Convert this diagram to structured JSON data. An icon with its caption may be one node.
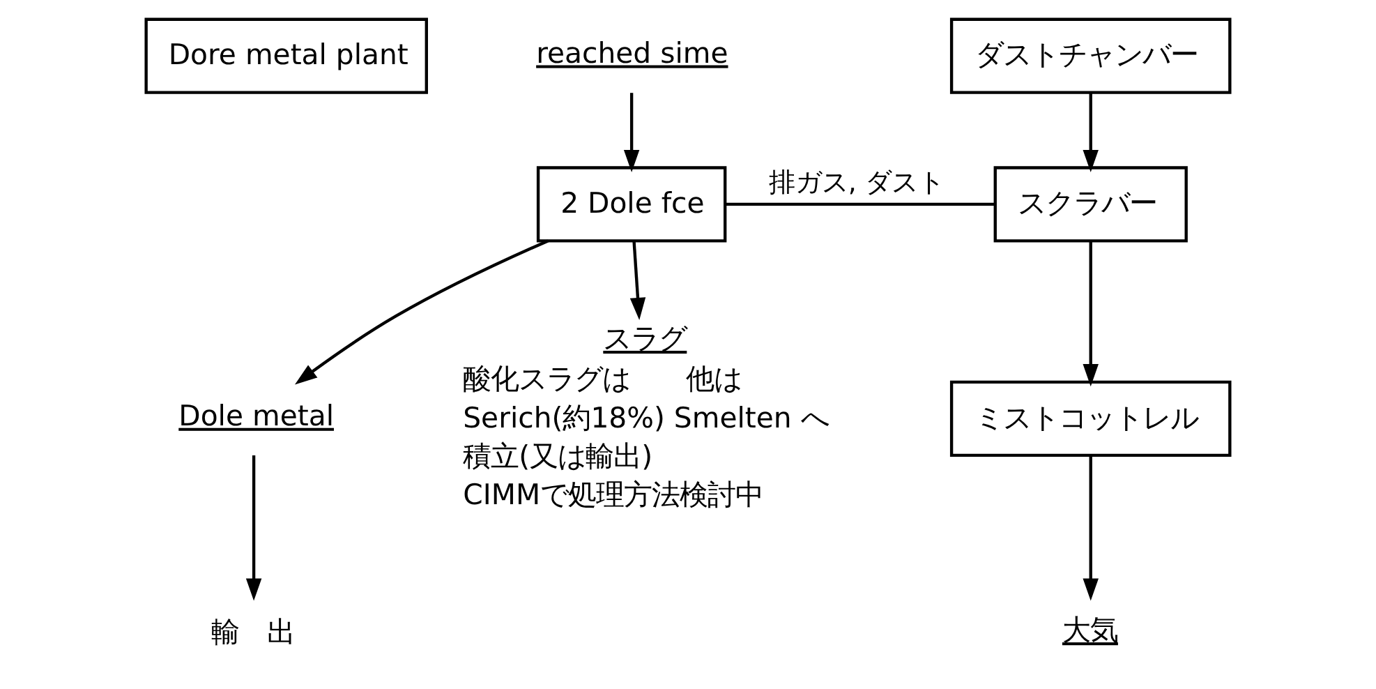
{
  "diagram": {
    "nodes": [
      {
        "text": [
          "Dore metal plant"
        ]
      },
      {
        "text": [
          "reached sime"
        ]
      },
      {
        "text": [
          "2 Dole fce"
        ]
      },
      {
        "text": [
          "ダストチャンバー"
        ]
      },
      {
        "text": [
          "スクラバー"
        ]
      },
      {
        "text": [
          "ミストコットレル"
        ]
      },
      {
        "text": [
          "Dole metal"
        ]
      },
      {
        "text": [
          "スラグ"
        ],
        "beside": [
          "酸化スラグは　　他は",
          "Serich(約18%) Smelten へ",
          "積立(又は輸出)",
          "CIMMで処理方法検討中"
        ]
      },
      {
        "text": [
          "輸　出"
        ]
      },
      {
        "text": [
          "大気"
        ]
      }
    ],
    "edges": [
      {
        "from": 1,
        "to": 2,
        "arrow": "to"
      },
      {
        "from": 2,
        "to": 4,
        "arrow": "none",
        "label": "排ガス, ダスト"
      },
      {
        "from": 3,
        "to": 4,
        "arrow": "to"
      },
      {
        "from": 4,
        "to": 5,
        "arrow": "to"
      },
      {
        "from": 2,
        "to": 6,
        "arrow": "to"
      },
      {
        "from": 2,
        "to": 7,
        "arrow": "to"
      },
      {
        "from": 6,
        "to": 8,
        "arrow": "to"
      },
      {
        "from": 5,
        "to": 9,
        "arrow": "to"
      }
    ]
  }
}
